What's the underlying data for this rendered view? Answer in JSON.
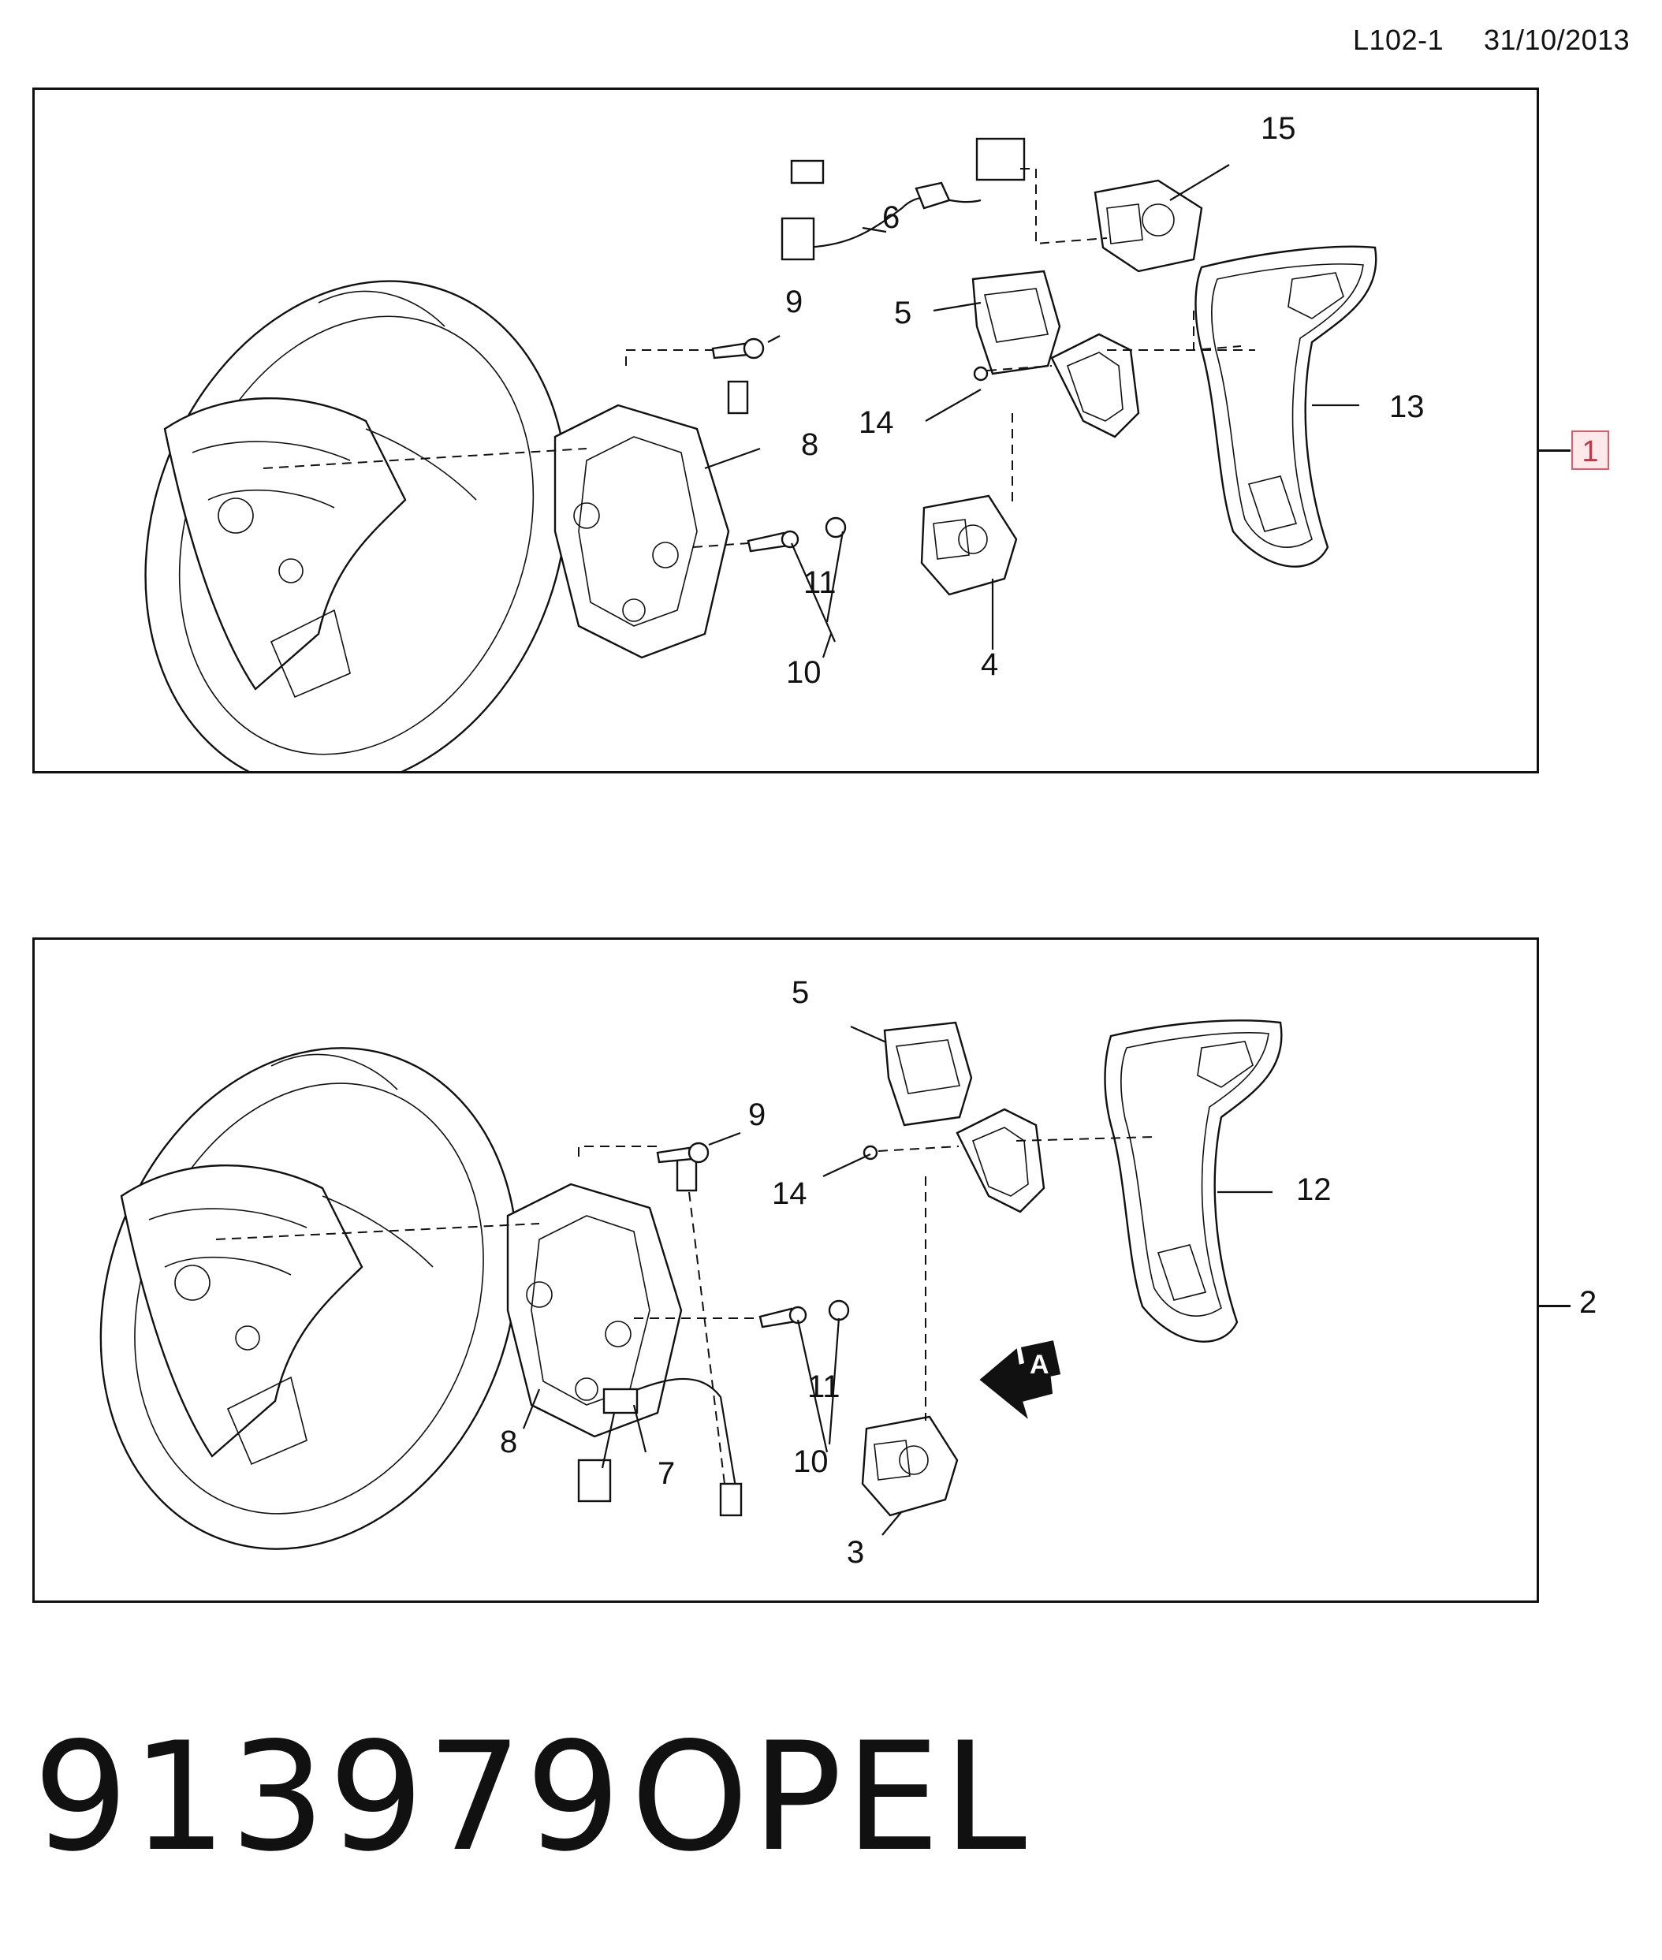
{
  "header": {
    "code": "L102-1",
    "date": "31/10/2013"
  },
  "panels": [
    {
      "reference": "1",
      "callouts": [
        "15",
        "6",
        "9",
        "5",
        "14",
        "13",
        "8",
        "11",
        "10",
        "4"
      ]
    },
    {
      "reference": "2",
      "callouts": [
        "5",
        "9",
        "14",
        "12",
        "11",
        "8",
        "7",
        "10",
        "3"
      ],
      "view_marker": "A"
    }
  ],
  "footer": {
    "part_number": "913979",
    "brand": "OPEL"
  },
  "colors": {
    "line": "#111111",
    "reference_highlight_border": "#e05a6a",
    "reference_highlight_fill": "#fde8ea"
  }
}
